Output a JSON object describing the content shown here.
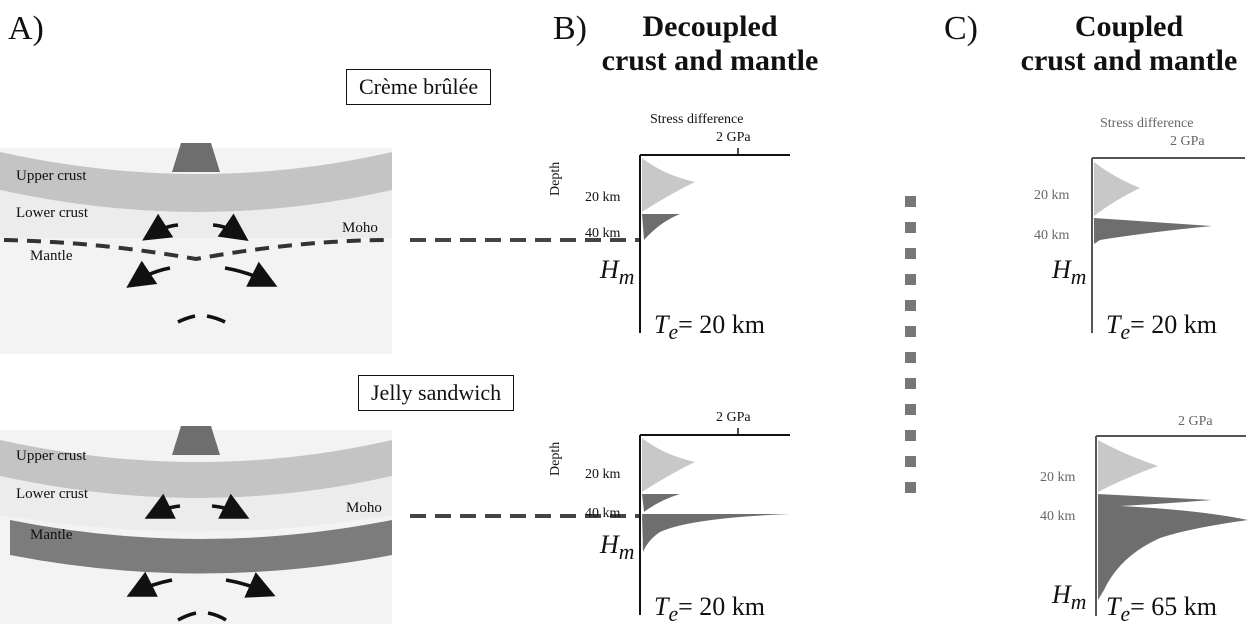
{
  "panels": {
    "a": {
      "letter": "A)",
      "models": [
        {
          "name": "Crème brûlée",
          "labels": {
            "upper_crust": "Upper crust",
            "lower_crust": "Lower crust",
            "mantle": "Mantle",
            "moho": "Moho"
          }
        },
        {
          "name": "Jelly sandwich",
          "labels": {
            "upper_crust": "Upper crust",
            "lower_crust": "Lower crust",
            "mantle": "Mantle",
            "moho": "Moho"
          }
        }
      ]
    },
    "b": {
      "letter": "B)",
      "heading_line1": "Decoupled",
      "heading_line2": "crust and mantle",
      "profiles": [
        {
          "axis_title": "Stress difference",
          "x_tick": "2 GPa",
          "ylabel": "Depth",
          "y_ticks": [
            "20 km",
            "40 km"
          ],
          "hm": "H",
          "hm_sub": "m",
          "te_symbol": "T",
          "te_sub": "e",
          "te_value": "= 20 km"
        },
        {
          "axis_title": "",
          "x_tick": "2 GPa",
          "ylabel": "Depth",
          "y_ticks": [
            "20 km",
            "40 km"
          ],
          "hm": "H",
          "hm_sub": "m",
          "te_symbol": "T",
          "te_sub": "e",
          "te_value": "= 20 km"
        }
      ]
    },
    "c": {
      "letter": "C)",
      "heading_line1": "Coupled",
      "heading_line2": "crust and mantle",
      "profiles": [
        {
          "axis_title": "Stress difference",
          "x_tick": "2 GPa",
          "y_ticks": [
            "20 km",
            "40 km"
          ],
          "hm": "H",
          "hm_sub": "m",
          "te_symbol": "T",
          "te_sub": "e",
          "te_value": "= 20 km"
        },
        {
          "axis_title": "",
          "x_tick": "2 GPa",
          "y_ticks": [
            "20 km",
            "40 km"
          ],
          "hm": "H",
          "hm_sub": "m",
          "te_symbol": "T",
          "te_sub": "e",
          "te_value": "= 65 km"
        }
      ]
    }
  },
  "colors": {
    "upper_crust": "#c4c4c4",
    "lower_crust": "#eeeeee",
    "mantle": "#7c7c7c",
    "mountain": "#6e6e6e",
    "stress_crust": "#c8c8c8",
    "stress_mantle": "#6e6e6e"
  }
}
